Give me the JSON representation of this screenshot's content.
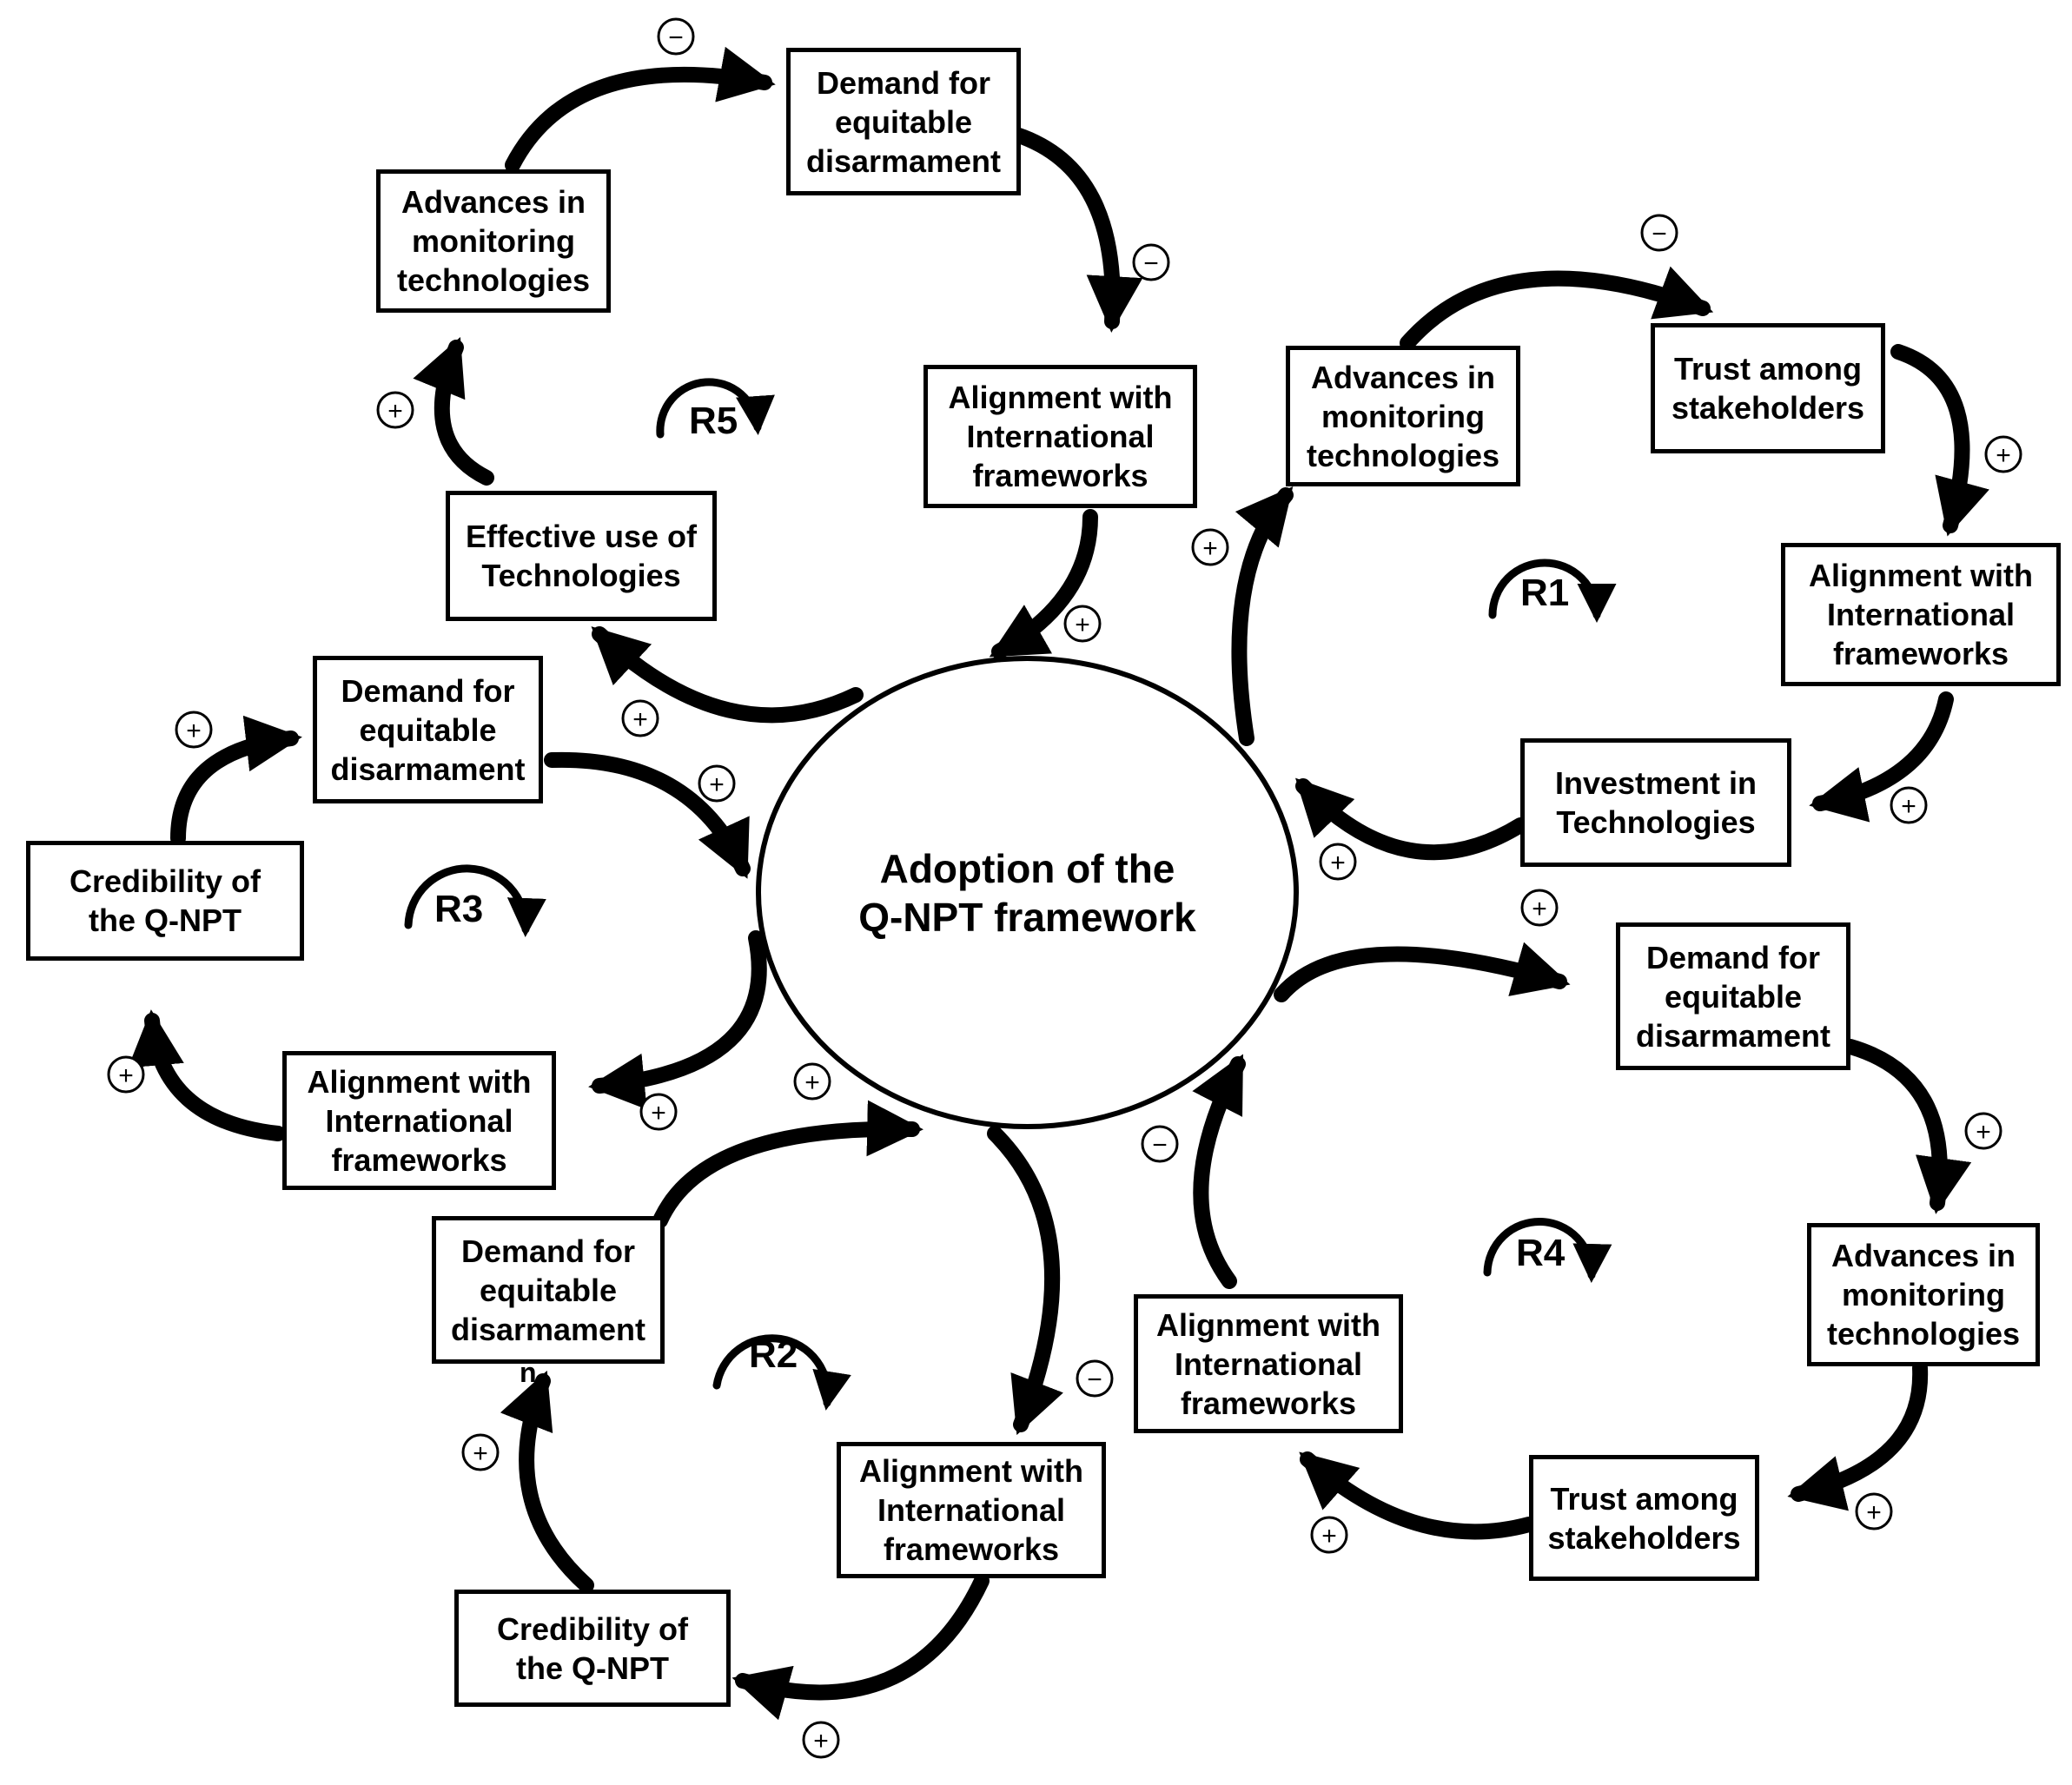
{
  "center": {
    "label": "Adoption of the\nQ-NPT framework"
  },
  "nodes": {
    "r5_advances": "Advances in\nmonitoring\ntechnologies",
    "r5_demand": "Demand for\nequitable\ndisarmament",
    "r5_alignment": "Alignment with\nInternational\nframeworks",
    "r5_effective": "Effective use of\nTechnologies",
    "r1_advances": "Advances in\nmonitoring\ntechnologies",
    "r1_trust": "Trust among\nstakeholders",
    "r1_alignment": "Alignment with\nInternational\nframeworks",
    "r1_investment": "Investment in\nTechnologies",
    "r3_demand": "Demand for\nequitable\ndisarmament",
    "r3_credibility": "Credibility of\nthe Q-NPT",
    "r3_alignment": "Alignment with\nInternational\nframeworks",
    "r4_demand": "Demand for\nequitable\ndisarmament",
    "r4_advances": "Advances in\nmonitoring\ntechnologies",
    "r4_trust": "Trust among\nstakeholders",
    "r4_alignment": "Alignment with\nInternational\nframeworks",
    "r2_demand": "Demand for\nequitable\ndisarmament",
    "r2_alignment": "Alignment with\nInternational\nframeworks",
    "r2_credibility": "Credibility of\nthe Q-NPT"
  },
  "stray_text": "n",
  "loops": {
    "R1": "R1",
    "R2": "R2",
    "R3": "R3",
    "R4": "R4",
    "R5": "R5"
  },
  "polarity": {
    "plus": "+",
    "minus": "−"
  }
}
